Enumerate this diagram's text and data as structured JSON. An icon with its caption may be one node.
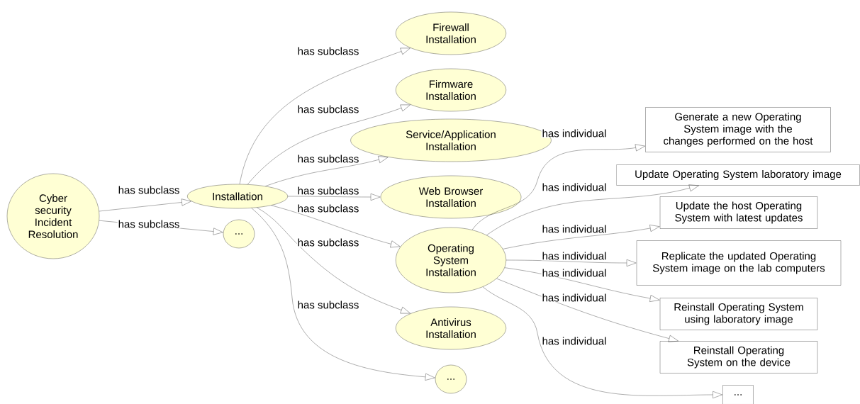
{
  "diagram": {
    "nodes": [
      {
        "text": [
          "Cyber security Incident Resolution"
        ]
      },
      {
        "text": [
          "Installation"
        ]
      },
      {
        "text": [
          "..."
        ]
      },
      {
        "text": [
          "Firewall Installation"
        ]
      },
      {
        "text": [
          "Firmware Installation"
        ]
      },
      {
        "text": [
          "Service/Application Installation"
        ]
      },
      {
        "text": [
          "Web Browser Installation"
        ]
      },
      {
        "text": [
          "Operating System Installation"
        ]
      },
      {
        "text": [
          "Antivirus Installation"
        ]
      },
      {
        "text": [
          "..."
        ]
      },
      {
        "text": [
          "Generate a new Operating System image with the changes performed on the host"
        ]
      },
      {
        "text": [
          "Update Operating System laboratory image"
        ]
      },
      {
        "text": [
          "Update the host Operating System with latest updates"
        ]
      },
      {
        "text": [
          "Replicate the updated Operating System image on the lab computers"
        ]
      },
      {
        "text": [
          "Reinstall Operating System using laboratory image"
        ]
      },
      {
        "text": [
          "Reinstall Operating System on the device"
        ]
      },
      {
        "text": [
          "..."
        ]
      }
    ],
    "edges": [
      {
        "from": 0,
        "to": 1,
        "arrow": "to",
        "label": "has subclass"
      },
      {
        "from": 0,
        "to": 2,
        "arrow": "to",
        "label": "has subclass"
      },
      {
        "from": 1,
        "to": 3,
        "arrow": "to",
        "label": "has subclass"
      },
      {
        "from": 1,
        "to": 4,
        "arrow": "to",
        "label": "has subclass"
      },
      {
        "from": 1,
        "to": 5,
        "arrow": "to",
        "label": "has subclass"
      },
      {
        "from": 1,
        "to": 6,
        "arrow": "to",
        "label": "has subclass"
      },
      {
        "from": 1,
        "to": 7,
        "arrow": "to",
        "label": "has subclass"
      },
      {
        "from": 1,
        "to": 8,
        "arrow": "to",
        "label": "has subclass"
      },
      {
        "from": 1,
        "to": 9,
        "arrow": "to",
        "label": "has subclass"
      },
      {
        "from": 7,
        "to": 10,
        "arrow": "to",
        "label": "has individual"
      },
      {
        "from": 7,
        "to": 11,
        "arrow": "to",
        "label": "has individual"
      },
      {
        "from": 7,
        "to": 12,
        "arrow": "to",
        "label": "has individual"
      },
      {
        "from": 7,
        "to": 13,
        "arrow": "to",
        "label": "has individual"
      },
      {
        "from": 7,
        "to": 14,
        "arrow": "to",
        "label": "has individual"
      },
      {
        "from": 7,
        "to": 15,
        "arrow": "to",
        "label": "has individual"
      },
      {
        "from": 7,
        "to": 16,
        "arrow": "to",
        "label": "has individual"
      }
    ]
  }
}
